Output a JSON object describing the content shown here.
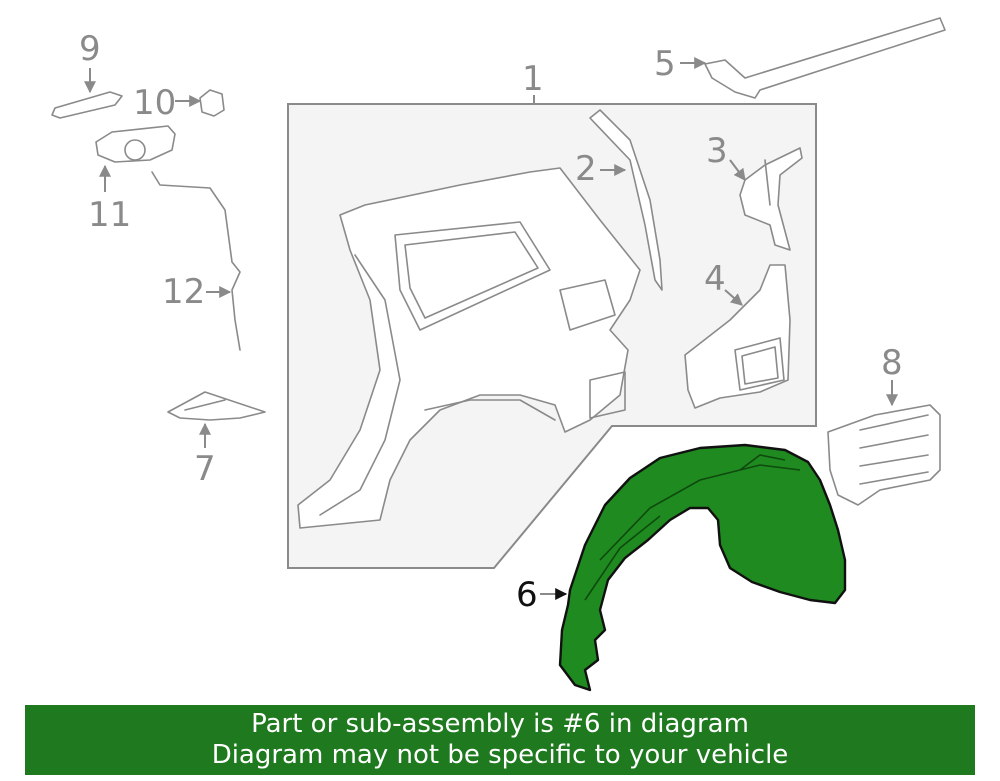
{
  "callouts": {
    "c1": "1",
    "c2": "2",
    "c3": "3",
    "c4": "4",
    "c5": "5",
    "c6": "6",
    "c7": "7",
    "c8": "8",
    "c9": "9",
    "c10": "10",
    "c11": "11",
    "c12": "12"
  },
  "highlight": {
    "part": "6",
    "color": "#1f8a1f"
  },
  "banner": {
    "line1": "Part or sub-assembly is #6 in diagram",
    "line2": "Diagram may not be specific to your vehicle",
    "background": "#1f7a1f"
  }
}
